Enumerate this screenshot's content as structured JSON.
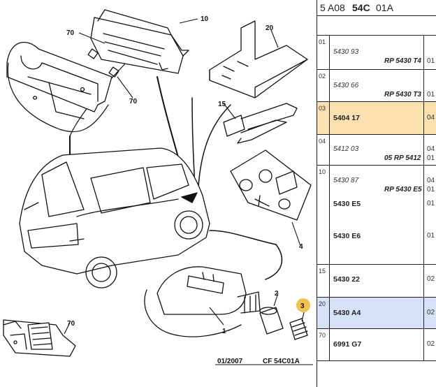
{
  "header": {
    "ref_prefix": "5 A08",
    "ref_group": "54C",
    "ref_suffix": "01A"
  },
  "diagram": {
    "callouts": [
      "70",
      "10",
      "20",
      "70",
      "15",
      "4",
      "2",
      "3",
      "1",
      "70"
    ],
    "date_stamp": "01/2007",
    "figure_code": "CF 54C01A",
    "highlight_color": "#f2c14e"
  },
  "parts": [
    {
      "idx": "01",
      "ref": "5430 93",
      "desc": "RP 5430 T4",
      "qty": "01"
    },
    {
      "idx": "02",
      "ref": "5430 66",
      "desc": "RP 5430 T3",
      "qty": "01"
    },
    {
      "idx": "03",
      "ref": "5404 17",
      "qty": "04",
      "highlight": "#fbe0b0"
    },
    {
      "idx": "04",
      "ref": "5412 03",
      "desc": "05 RP 5412",
      "qty": "04",
      "qty2": "01"
    },
    {
      "idx": "10",
      "ref": "5430 87",
      "desc": "RP 5430 E5",
      "ref2": "5430 E5",
      "ref3": "5430 E6",
      "qty": "04",
      "qty2": "01",
      "qty3": "01",
      "qty4": "01"
    },
    {
      "idx": "15",
      "ref": "5430 22",
      "qty": "02"
    },
    {
      "idx": "20",
      "ref": "5430 A4",
      "qty": "02",
      "highlight": "#d6e2f7"
    },
    {
      "idx": "70",
      "ref": "6991 G7",
      "qty": "02"
    }
  ]
}
